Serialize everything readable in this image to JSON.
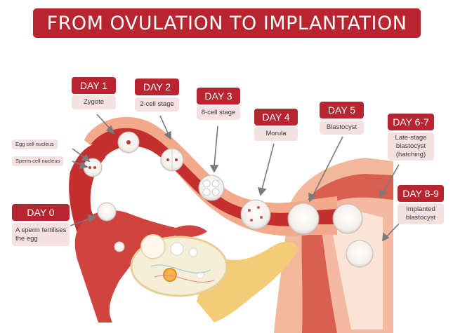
{
  "title": "FROM OVULATION TO IMPLANTATION",
  "stages": [
    {
      "day": "DAY 0",
      "desc": "A sperm fertilises\nthe egg"
    },
    {
      "day": "DAY 1",
      "desc": "Zygote"
    },
    {
      "day": "DAY 2",
      "desc": "2-cell stage"
    },
    {
      "day": "DAY 3",
      "desc": "8-cell stage"
    },
    {
      "day": "DAY 4",
      "desc": "Morula"
    },
    {
      "day": "DAY 5",
      "desc": "Blastocyst"
    },
    {
      "day": "DAY 6-7",
      "desc": "Late-stage\nblastocyst\n(hatching)"
    },
    {
      "day": "DAY 8-9",
      "desc": "Implanted\nblastocyst"
    }
  ],
  "labels": {
    "egg_cell_nucleus": "Egg cell nucleus",
    "sperm_cell_nucleus": "Sperm cell nucleus"
  },
  "colors": {
    "banner": "#b8242f",
    "tag_bg": "#b8242f",
    "desc_bg": "#f6e1e2",
    "tube_dark": "#b8282c",
    "tube_light": "#f0a58a",
    "ovary": "#f5efd8",
    "ligament": "#f4cc78"
  }
}
